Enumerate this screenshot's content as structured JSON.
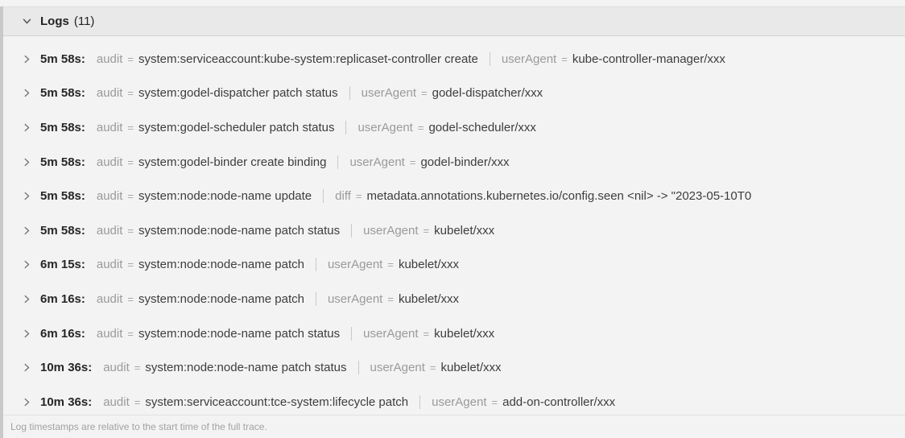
{
  "header": {
    "title": "Logs",
    "count": "(11)",
    "chevron_icon": "chevron-down-icon"
  },
  "footer": {
    "note": "Log timestamps are relative to the start time of the full trace."
  },
  "colors": {
    "header_bg": "#e9e9e9",
    "panel_bg": "#f3f3f3",
    "accent_bar": "#c9c9c9",
    "key_text": "#9a9a9a",
    "value_text": "#3d3d3d",
    "timestamp_text": "#262626",
    "divider": "#c9c9c9",
    "footer_text": "#a2a2a2"
  },
  "logs": [
    {
      "time": "5m 58s:",
      "fields": [
        {
          "key": "audit",
          "value": "system:serviceaccount:kube-system:replicaset-controller create"
        },
        {
          "key": "userAgent",
          "value": "kube-controller-manager/xxx"
        }
      ]
    },
    {
      "time": "5m 58s:",
      "fields": [
        {
          "key": "audit",
          "value": "system:godel-dispatcher patch status"
        },
        {
          "key": "userAgent",
          "value": "godel-dispatcher/xxx"
        }
      ]
    },
    {
      "time": "5m 58s:",
      "fields": [
        {
          "key": "audit",
          "value": "system:godel-scheduler patch status"
        },
        {
          "key": "userAgent",
          "value": "godel-scheduler/xxx"
        }
      ]
    },
    {
      "time": "5m 58s:",
      "fields": [
        {
          "key": "audit",
          "value": "system:godel-binder create binding"
        },
        {
          "key": "userAgent",
          "value": "godel-binder/xxx"
        }
      ]
    },
    {
      "time": "5m 58s:",
      "fields": [
        {
          "key": "audit",
          "value": "system:node:node-name update"
        },
        {
          "key": "diff",
          "value": "metadata.annotations.kubernetes.io/config.seen <nil> -> \"2023-05-10T0"
        }
      ]
    },
    {
      "time": "5m 58s:",
      "fields": [
        {
          "key": "audit",
          "value": "system:node:node-name patch status"
        },
        {
          "key": "userAgent",
          "value": "kubelet/xxx"
        }
      ]
    },
    {
      "time": "6m 15s:",
      "fields": [
        {
          "key": "audit",
          "value": "system:node:node-name patch"
        },
        {
          "key": "userAgent",
          "value": "kubelet/xxx"
        }
      ]
    },
    {
      "time": "6m 16s:",
      "fields": [
        {
          "key": "audit",
          "value": "system:node:node-name patch"
        },
        {
          "key": "userAgent",
          "value": "kubelet/xxx"
        }
      ]
    },
    {
      "time": "6m 16s:",
      "fields": [
        {
          "key": "audit",
          "value": "system:node:node-name patch status"
        },
        {
          "key": "userAgent",
          "value": "kubelet/xxx"
        }
      ]
    },
    {
      "time": "10m 36s:",
      "fields": [
        {
          "key": "audit",
          "value": "system:node:node-name patch status"
        },
        {
          "key": "userAgent",
          "value": "kubelet/xxx"
        }
      ]
    },
    {
      "time": "10m 36s:",
      "fields": [
        {
          "key": "audit",
          "value": "system:serviceaccount:tce-system:lifecycle patch"
        },
        {
          "key": "userAgent",
          "value": "add-on-controller/xxx"
        }
      ]
    }
  ]
}
